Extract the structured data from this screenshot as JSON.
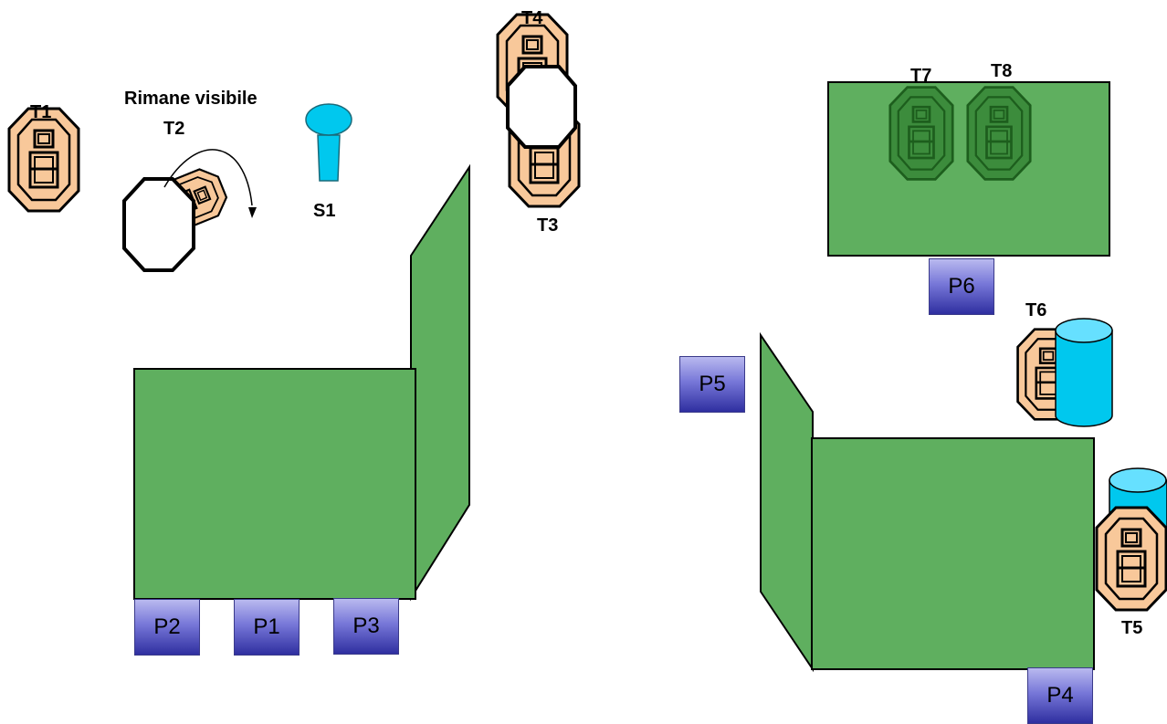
{
  "colors": {
    "panel_fill": "#5faf5f",
    "panel_stroke": "#000000",
    "target_fill": "#f8c89a",
    "target_stroke": "#000000",
    "hidden_target_fill": "#3c8c3c",
    "hidden_target_stroke": "#1d5e1d",
    "barrel_fill": "#00c8ee",
    "barrel_top": "#66e0ff",
    "shooter_fill": "#00c8ee",
    "box_top": "#b9b9ef",
    "box_bottom": "#2f2fa0"
  },
  "icons": {
    "target": "steel-target-icon",
    "turning_target": "rotating-target-icon",
    "shooter": "shooter-marker-icon",
    "barrel": "barrel-icon",
    "rotation_arrow": "curved-arrow-icon"
  },
  "targets": {
    "t1": "T1",
    "t2": "T2",
    "t3": "T3",
    "t4": "T4",
    "t5": "T5",
    "t6": "T6",
    "t7": "T7",
    "t8": "T8"
  },
  "shooter": {
    "s1": "S1"
  },
  "note": "Rimane visibile",
  "boxes": {
    "p1": "P1",
    "p2": "P2",
    "p3": "P3",
    "p4": "P4",
    "p5": "P5",
    "p6": "P6"
  }
}
